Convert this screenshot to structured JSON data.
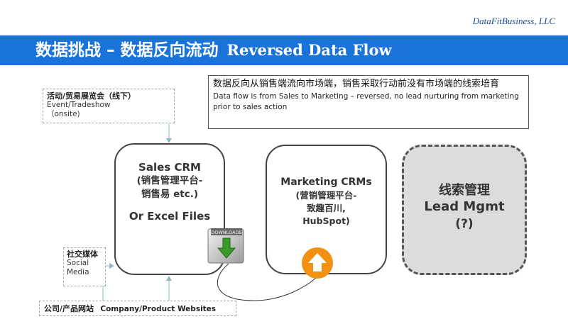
{
  "company": "DataFitBusiness, LLC",
  "title": {
    "cn": "数据挑战 – 数据反向流动",
    "en": "Reversed Data Flow"
  },
  "note": {
    "cn": "数据反向从销售端流向市场端，销售采取行动前没有市场端的线索培育",
    "en": "Data flow is from Sales to Marketing – reversed, no lead nurturing from marketing prior to sales action"
  },
  "sources": {
    "event_cn": "活动/贸易展览会（线下）",
    "event_en_1": "Event/Tradeshow",
    "event_en_2": "（onsite)",
    "social_cn": "社交媒体",
    "social_en_1": "Social",
    "social_en_2": "Media",
    "web_cn": "公司/产品网站",
    "web_en": "Company/Product Websites"
  },
  "sales_box": {
    "title": "Sales CRM",
    "cn_1": "(销售管理平台-",
    "cn_2": "销售易 etc.)",
    "alt": "Or Excel Files"
  },
  "marketing_box": {
    "title": "Marketing CRMs",
    "cn_1": "(营销管理平台-",
    "cn_2": "致趣百川,",
    "cn_3": "HubSpot)"
  },
  "lead_box": {
    "cn": "线索管理",
    "en": "Lead Mgmt",
    "q": "(?)"
  },
  "download_icon": {
    "label": "DOWNLOADS"
  },
  "colors": {
    "banner": "#1a73d9",
    "arrow_orange": "#f29111",
    "lead_fill": "#dcdcdc",
    "download_green": "#3a9a2a"
  }
}
